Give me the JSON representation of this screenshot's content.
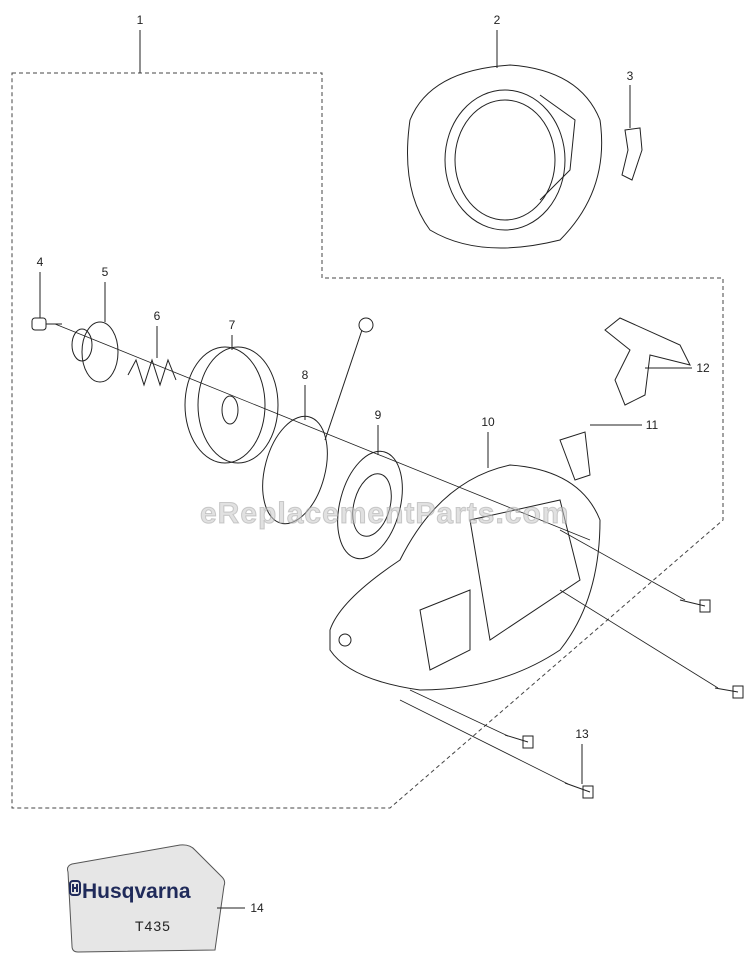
{
  "diagram": {
    "callouts": [
      "1",
      "2",
      "3",
      "4",
      "5",
      "6",
      "7",
      "8",
      "9",
      "10",
      "11",
      "12",
      "13",
      "14"
    ],
    "watermark": "eReplacementParts.com",
    "decal": {
      "brand": "Husqvarna",
      "model": "T435",
      "brand_color": "#1f2a5a"
    }
  }
}
